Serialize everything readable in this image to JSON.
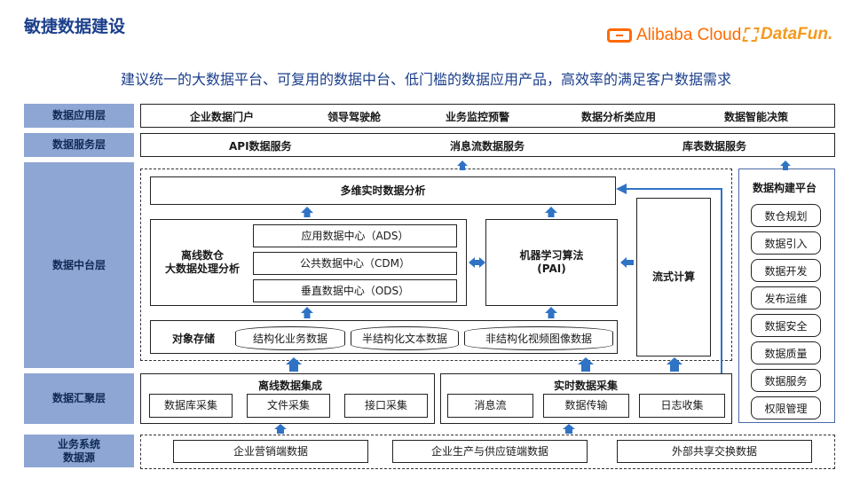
{
  "header": {
    "title": "敏捷数据建设",
    "subtitle": "建议统一的大数据平台、可复用的数据中台、低门槛的数据应用产品，高效率的满足客户数据需求",
    "logo_alibaba": "Alibaba Cloud",
    "logo_datafun": "DataFun."
  },
  "layers": {
    "app": "数据应用层",
    "service": "数据服务层",
    "middle": "数据中台层",
    "aggregate": "数据汇聚层",
    "source_line1": "业务系统",
    "source_line2": "数据源"
  },
  "app_items": [
    "企业数据门户",
    "领导驾驶舱",
    "业务监控预警",
    "数据分析类应用",
    "数据智能决策"
  ],
  "service_items": [
    "API数据服务",
    "消息流数据服务",
    "库表数据服务"
  ],
  "middle": {
    "olap": "多维实时数据分析",
    "offline_line1": "离线数仓",
    "offline_line2": "大数据处理分析",
    "ads": "应用数据中心（ADS）",
    "cdm": "公共数据中心（CDM）",
    "ods": "垂直数据中心（ODS）",
    "ml_line1": "机器学习算法",
    "ml_line2": "(PAI)",
    "stream": "流式计算",
    "storage": "对象存储",
    "storage_items": [
      "结构化业务数据",
      "半结构化文本数据",
      "非结构化视频图像数据"
    ]
  },
  "platform": {
    "title": "数据构建平台",
    "items": [
      "数仓规划",
      "数据引入",
      "数据开发",
      "发布运维",
      "数据安全",
      "数据质量",
      "数据服务",
      "权限管理"
    ]
  },
  "aggregate": {
    "offline_title": "离线数据集成",
    "offline_items": [
      "数据库采集",
      "文件采集",
      "接口采集"
    ],
    "realtime_title": "实时数据采集",
    "realtime_items": [
      "消息流",
      "数据传输",
      "日志收集"
    ]
  },
  "sources": [
    "企业营销端数据",
    "企业生产与供应链端数据",
    "外部共享交换数据"
  ],
  "colors": {
    "title": "#1b3f8b",
    "layer_label_bg": "#8ea6d4",
    "arrow": "#2f73c5",
    "alibaba": "#ff6a00",
    "datafun": "#f39a1f"
  }
}
